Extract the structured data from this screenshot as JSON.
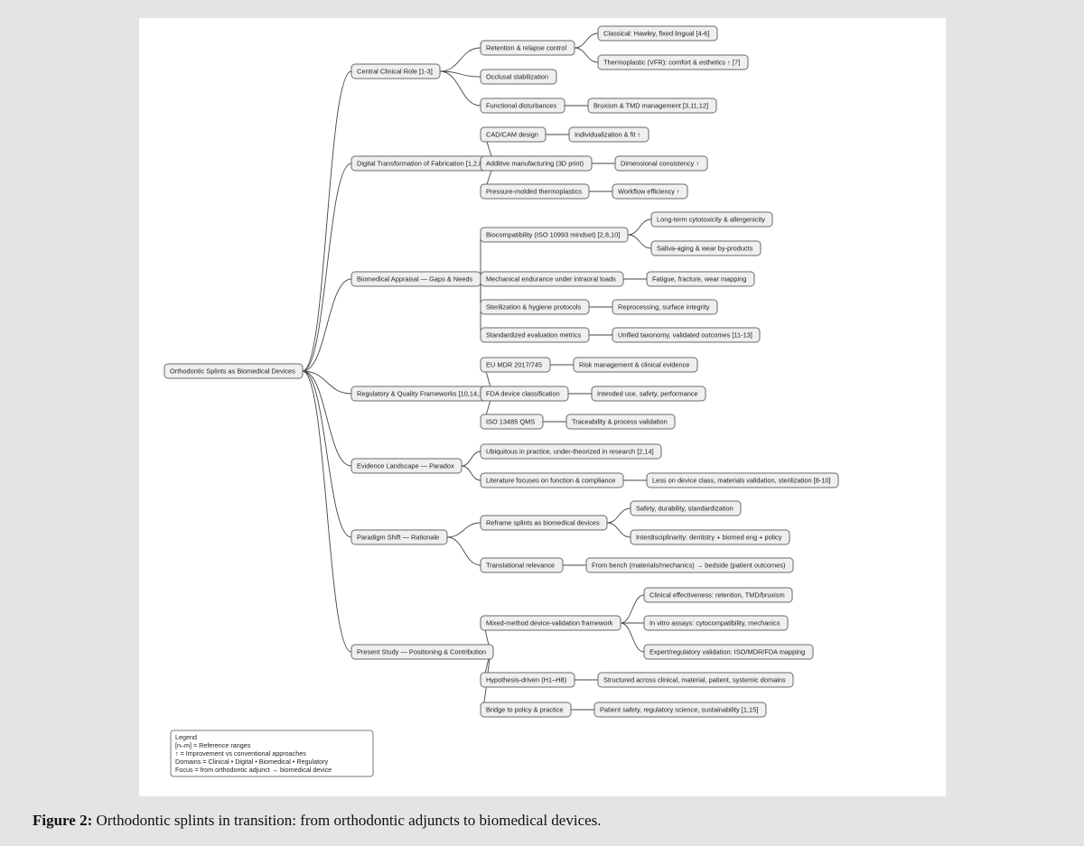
{
  "root": {
    "label": "Orthodontic Splints as Biomedical Devices"
  },
  "branches": [
    {
      "label": "Central Clinical Role [1-3]",
      "children": [
        {
          "label": "Retention & relapse control",
          "children": [
            {
              "label": "Classical: Hawley, fixed lingual [4-6]"
            },
            {
              "label": "Thermoplastic (VFR): comfort & esthetics ↑ [7]"
            }
          ]
        },
        {
          "label": "Occlusal stabilization",
          "children": []
        },
        {
          "label": "Functional disturbances",
          "children": [
            {
              "label": "Bruxism & TMD management [3,11,12]"
            }
          ]
        }
      ]
    },
    {
      "label": "Digital Transformation of Fabrication [1,2,8,9]",
      "children": [
        {
          "label": "CAD/CAM design",
          "children": [
            {
              "label": "Individualization & fit ↑"
            }
          ]
        },
        {
          "label": "Additive manufacturing (3D print)",
          "children": [
            {
              "label": "Dimensional consistency ↑"
            }
          ]
        },
        {
          "label": "Pressure-molded thermoplastics",
          "children": [
            {
              "label": "Workflow efficiency ↑"
            }
          ]
        }
      ]
    },
    {
      "label": "Biomedical Appraisal — Gaps & Needs",
      "children": [
        {
          "label": "Biocompatibility (ISO 10993 mindset) [2,8,10]",
          "children": [
            {
              "label": "Long-term cytotoxicity & allergenicity"
            },
            {
              "label": "Saliva-aging & wear by-products"
            }
          ]
        },
        {
          "label": "Mechanical endurance under intraoral loads",
          "children": [
            {
              "label": "Fatigue, fracture, wear mapping"
            }
          ]
        },
        {
          "label": "Sterilization & hygiene protocols",
          "children": [
            {
              "label": "Reprocessing, surface integrity"
            }
          ]
        },
        {
          "label": "Standardized evaluation metrics",
          "children": [
            {
              "label": "Unified taxonomy, validated outcomes [11-13]"
            }
          ]
        }
      ]
    },
    {
      "label": "Regulatory & Quality Frameworks [10,14,15]",
      "children": [
        {
          "label": "EU MDR 2017/745",
          "children": [
            {
              "label": "Risk management & clinical evidence"
            }
          ]
        },
        {
          "label": "FDA device classification",
          "children": [
            {
              "label": "Intended use, safety, performance"
            }
          ]
        },
        {
          "label": "ISO 13485 QMS",
          "children": [
            {
              "label": "Traceability & process validation"
            }
          ]
        }
      ]
    },
    {
      "label": "Evidence Landscape — Paradox",
      "children": [
        {
          "label": "Ubiquitous in practice, under-theorized in research [2,14]",
          "children": []
        },
        {
          "label": "Literature focuses on function & compliance",
          "children": [
            {
              "label": "Less on device class, materials validation, sterilization [8-10]"
            }
          ]
        }
      ]
    },
    {
      "label": "Paradigm Shift — Rationale",
      "children": [
        {
          "label": "Reframe splints as biomedical devices",
          "children": [
            {
              "label": "Safety, durability, standardization"
            },
            {
              "label": "Interdisciplinarity: dentistry + biomed eng + policy"
            }
          ]
        },
        {
          "label": "Translational relevance",
          "children": [
            {
              "label": "From bench (materials/mechanics) → bedside (patient outcomes)"
            }
          ]
        }
      ]
    },
    {
      "label": "Present Study — Positioning & Contribution",
      "children": [
        {
          "label": "Mixed-method device-validation framework",
          "children": [
            {
              "label": "Clinical effectiveness: retention, TMD/bruxism"
            },
            {
              "label": "In vitro assays: cytocompatibility, mechanics"
            },
            {
              "label": "Expert/regulatory validation: ISO/MDR/FDA mapping"
            }
          ]
        },
        {
          "label": "Hypothesis-driven (H1–H8)",
          "children": [
            {
              "label": "Structured across clinical, material, patient, systemic domains"
            }
          ]
        },
        {
          "label": "Bridge to policy & practice",
          "children": [
            {
              "label": "Patient safety, regulatory science, sustainability [1,15]"
            }
          ]
        }
      ]
    }
  ],
  "legend": {
    "lines": [
      "Legend",
      "[n–m] = Reference ranges",
      "↑ = Improvement vs conventional approaches",
      "Domains = Clinical • Digital • Biomedical • Regulatory",
      "Focus = from orthodontic adjunct → biomedical device"
    ]
  },
  "caption": {
    "label": "Figure 2:",
    "text": " Orthodontic splints in transition: from orthodontic adjuncts to biomedical devices."
  }
}
